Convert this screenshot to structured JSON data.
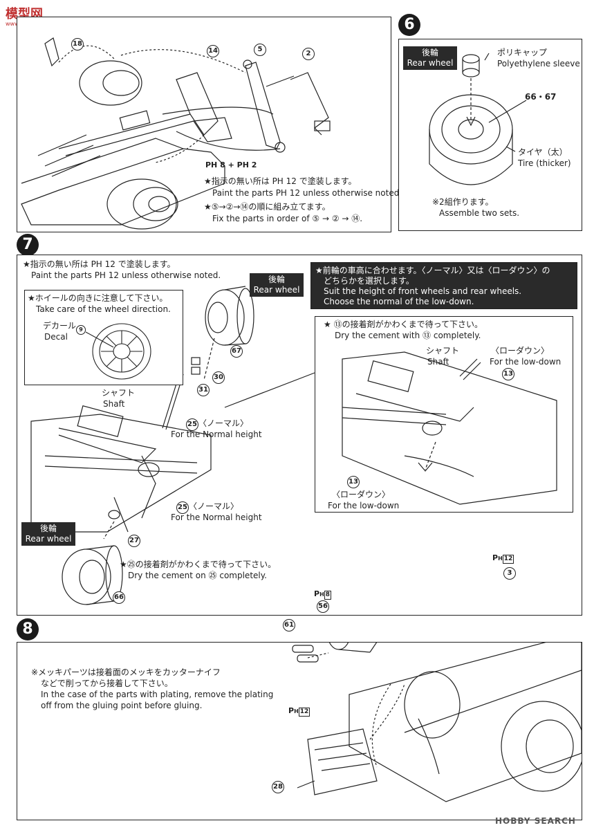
{
  "header": {
    "site_logo": "模型网",
    "site_url": "www.moxing.net"
  },
  "step5": {
    "parts": [
      "18",
      "14",
      "5",
      "2"
    ],
    "paint_label": "PH 8 + PH 2",
    "note_jp_1": "★指示の無い所は PH 12 で塗装します。",
    "note_en_1": "Paint the parts PH 12 unless otherwise noted.",
    "note_jp_2": "★⑤→②→⑭の順に組み立てます。",
    "note_en_2": "Fix the parts in order of ⑤ → ② → ⑭."
  },
  "step6": {
    "number": "6",
    "rear_jp": "後輪",
    "rear_en": "Rear wheel",
    "sleeve_jp": "ポリキャップ",
    "sleeve_en": "Polyethylene sleeve",
    "parts": "66・67",
    "tire_jp": "タイヤ（太）",
    "tire_en": "Tire (thicker)",
    "sets_jp": "※2組作ります。",
    "sets_en": "Assemble two sets."
  },
  "step7": {
    "number": "7",
    "note_jp": "★指示の無い所は PH 12 で塗装します。",
    "note_en": "Paint the parts PH 12 unless otherwise noted.",
    "wheel_jp": "★ホイールの向きに注意して下さい。",
    "wheel_en": "Take care of the wheel direction.",
    "decal_jp": "デカール",
    "decal_en": "Decal",
    "decal_no": "9",
    "rear_jp": "後輪",
    "rear_en": "Rear wheel",
    "part_67": "67",
    "part_30": "30",
    "part_31": "31",
    "part_27": "27",
    "part_66": "66",
    "shaft_jp": "シャフト",
    "shaft_en": "Shaft",
    "part_25": "25",
    "normal_jp": "〈ノーマル〉",
    "normal_en": "For the Normal height",
    "dry_jp": "★㉕の接着剤がかわくまで待って下さい。",
    "dry_en": "Dry the cement on ㉕ completely.",
    "height_jp_1": "★前輪の車高に合わせます。〈ノーマル〉又は〈ローダウン〉の",
    "height_jp_2": "どちらかを選択します。",
    "height_en_1": "Suit the height of front wheels and rear wheels.",
    "height_en_2": "Choose the normal of the low-down.",
    "dry13_jp": "★ ⑬の接着剤がかわくまで待って下さい。",
    "dry13_en": "Dry the cement with ⑬ completely.",
    "lowdown_jp": "〈ローダウン〉",
    "lowdown_en": "For the low-down",
    "part_13": "13"
  },
  "step8": {
    "number": "8",
    "plating_jp_1": "※メッキパーツは接着面のメッキをカッターナイフ",
    "plating_jp_2": "などで削ってから接着して下さい。",
    "plating_en_1": "In the case of the parts with plating, remove the plating",
    "plating_en_2": "off from the gluing point before gluing.",
    "part_61": "61",
    "part_56": "56",
    "part_3": "3",
    "part_28": "28",
    "ph8": "8",
    "ph12": "12"
  },
  "footer": {
    "watermark": "HOBBY SEARCH"
  }
}
